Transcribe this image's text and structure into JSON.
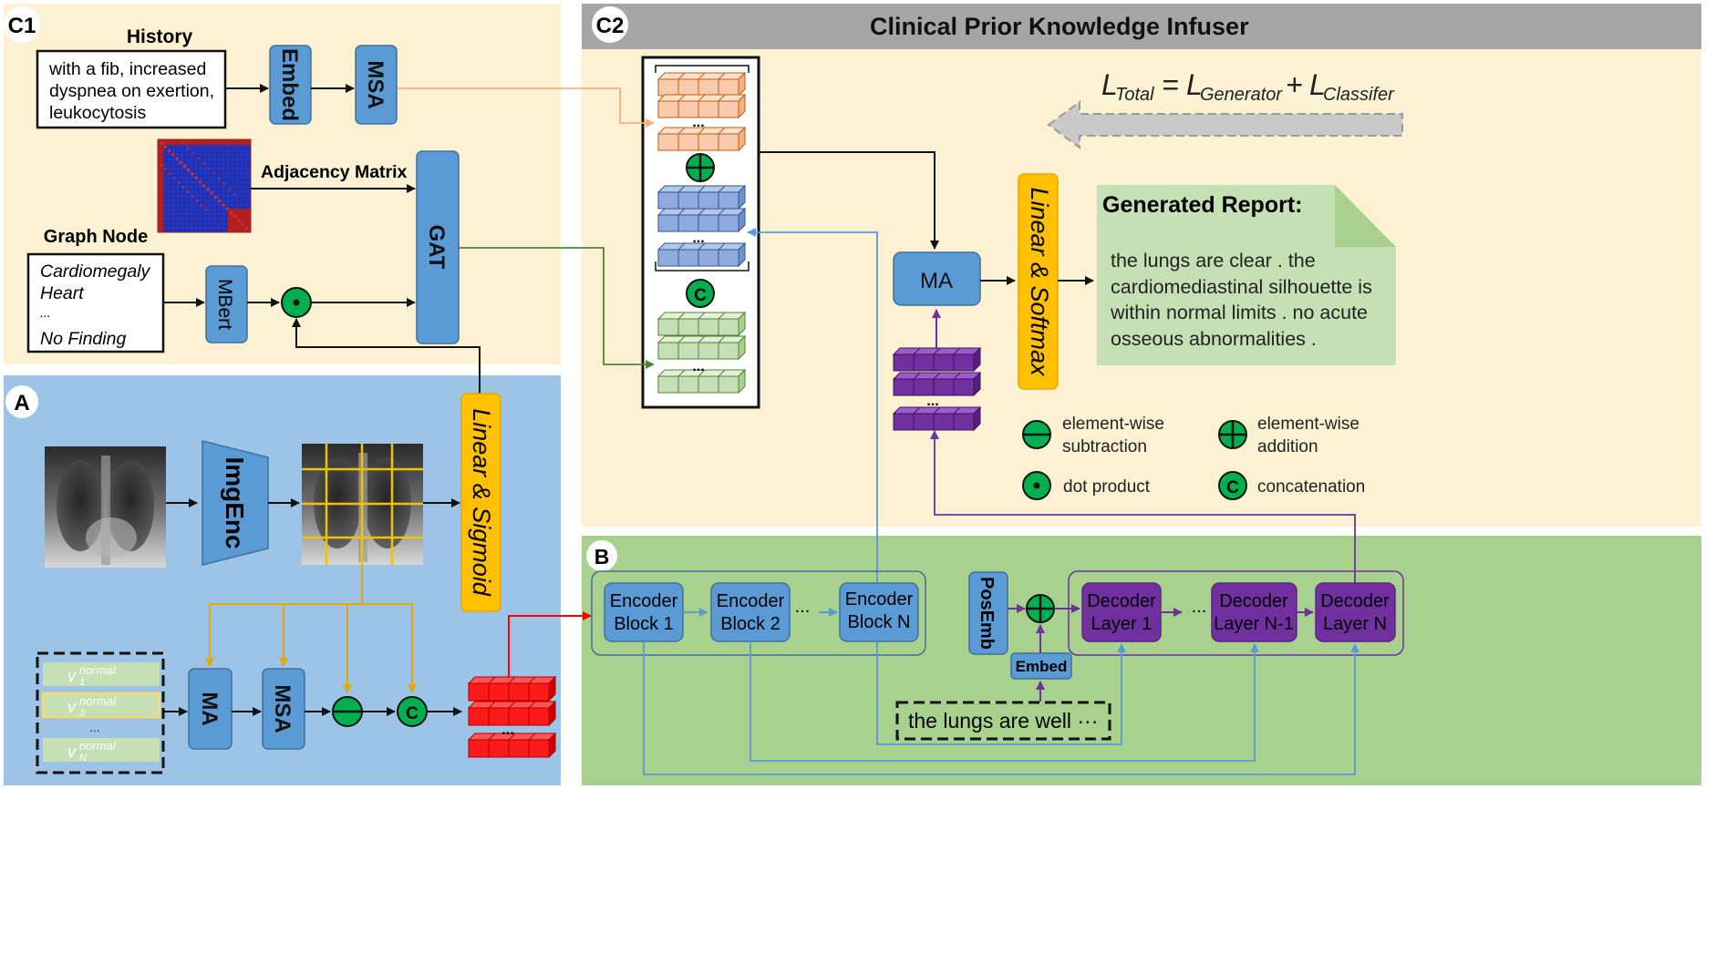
{
  "panels": {
    "c1_label": "C1",
    "c2_label": "C2",
    "a_label": "A",
    "b_label": "B",
    "c2_title": "Clinical Prior Knowledge Infuser"
  },
  "c1": {
    "history_title": "History",
    "history_lines": [
      "with a fib, increased",
      "dyspnea on exertion,",
      "leukocytosis"
    ],
    "embed": "Embed",
    "msa": "MSA",
    "adjacency_label": "Adjacency Matrix",
    "gat": "GAT",
    "graph_node_title": "Graph Node",
    "graph_nodes": [
      "Cardiomegaly",
      "Heart",
      "...",
      "No Finding"
    ],
    "mbert": "MBert"
  },
  "a": {
    "imgenc": "ImgEnc",
    "linear_sigmoid": "Linear & Sigmoid",
    "ma": "MA",
    "msa": "MSA",
    "normal_vectors": [
      {
        "base": "v",
        "sub": "1",
        "sup": "normal"
      },
      {
        "base": "v",
        "sub": "2",
        "sup": "normal"
      },
      {
        "base": "...",
        "sub": "",
        "sup": ""
      },
      {
        "base": "v",
        "sub": "N",
        "sup": "normal"
      }
    ],
    "dots": "..."
  },
  "c2": {
    "loss": {
      "l1": "L",
      "s1": "Total",
      "eq": "=",
      "l2": "L",
      "s2": "Generator",
      "plus": "+",
      "l3": "L",
      "s3": "Classifer"
    },
    "ma": "MA",
    "linear_softmax": "Linear & Softmax",
    "report_title": "Generated Report:",
    "report_lines": [
      "the lungs are clear . the",
      "cardiomediastinal silhouette is",
      "within normal limits . no acute",
      "osseous abnormalities ."
    ],
    "legend": {
      "sub1": "element-wise",
      "sub2": "subtraction",
      "add1": "element-wise",
      "add2": "addition",
      "dot": "dot product",
      "cat": "concatenation",
      "c_symbol": "C"
    },
    "dots": "..."
  },
  "b": {
    "encoder_blocks": [
      [
        "Encoder",
        "Block 1"
      ],
      [
        "Encoder",
        "Block 2"
      ],
      [
        "Encoder",
        "Block N"
      ]
    ],
    "decoder_layers": [
      [
        "Decoder",
        "Layer 1"
      ],
      [
        "Decoder",
        "Layer N-1"
      ],
      [
        "Decoder",
        "Layer N"
      ]
    ],
    "ellipsis": "...",
    "posemb": "PosEmb",
    "embed": "Embed",
    "input_text": "the lungs are well ···"
  },
  "colors": {
    "c_panel": "#fdf1d3",
    "a_panel": "#9dc3e6",
    "b_panel": "#a9d18e",
    "title_bar": "#a6a6a6",
    "block": "#5b9bd5",
    "decoder": "#7030a0",
    "orange_bar": "#ffc000",
    "green_op": "#00b050",
    "red_arrow": "#ff0000",
    "report_bg": "#c5e0b4"
  }
}
